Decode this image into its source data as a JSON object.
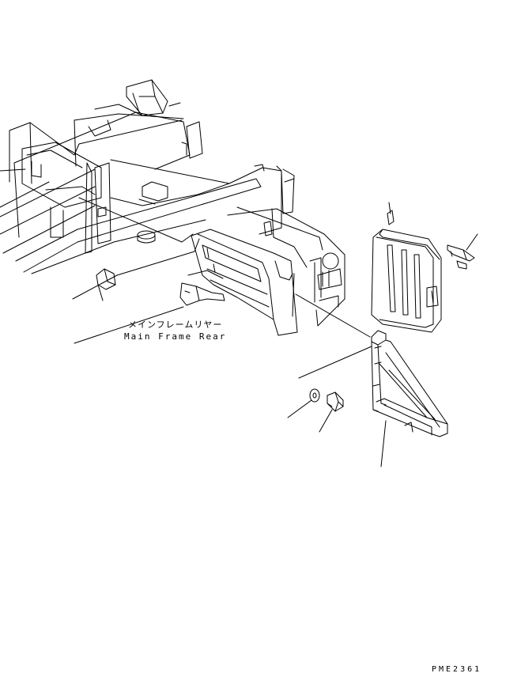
{
  "labels": {
    "main_frame_rear_jp": "メインフレームリヤー",
    "main_frame_rear_en": "Main Frame Rear"
  },
  "drawing_code": "PME2361",
  "colors": {
    "line": "#000000",
    "background": "#ffffff"
  }
}
